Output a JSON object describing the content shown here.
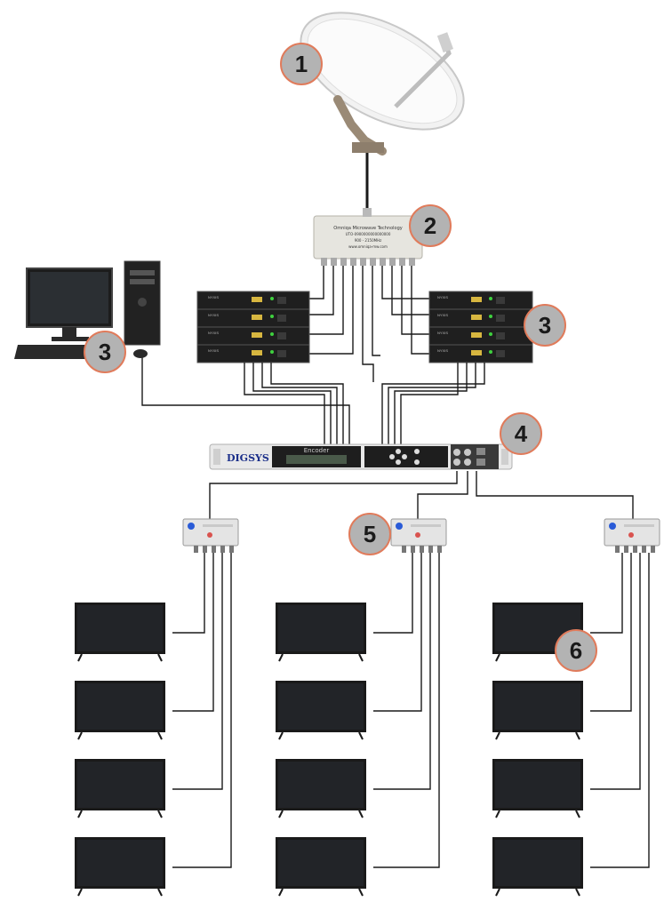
{
  "splitter": {
    "line1": "Omniqa Microwave Technology",
    "line2": "UTO-0900000000000000",
    "line3": "900 - 2150MHz",
    "line4": "www.omniqa-mw.com"
  },
  "receiver_label": "NYXIS",
  "encoder": {
    "brand": "DIGSYS",
    "display": "Encoder"
  },
  "badges": [
    "1",
    "2",
    "3",
    "3",
    "4",
    "5",
    "6"
  ],
  "colors": {
    "badge_fill": "#b3b3b3",
    "badge_stroke": "#e07b5b",
    "cable": "#1a1a1a"
  }
}
